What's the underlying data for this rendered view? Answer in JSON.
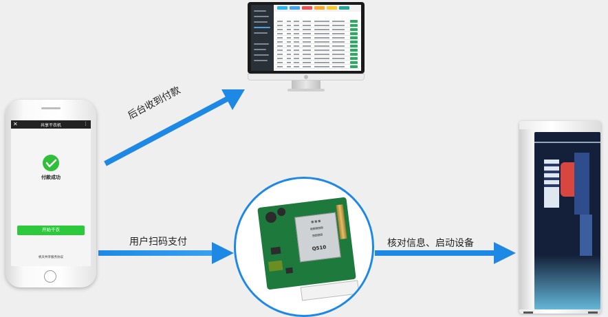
{
  "phone": {
    "header_close": "✕",
    "header_title": "共享干衣机",
    "header_more": "⋮",
    "pay_status": "付款成功",
    "start_button": "开始干衣",
    "agreement": "帆天共享服务协议"
  },
  "labels": {
    "backend": "后台收到付款",
    "scan": "用户扫码支付",
    "verify": "核对信息、启动设备"
  },
  "module": {
    "model": "Q510"
  },
  "colors": {
    "arrow": "#1e88e5",
    "success_green": "#2fbf3a",
    "button_green": "#2dc83b",
    "pcb_green": "#1e7a3c"
  }
}
